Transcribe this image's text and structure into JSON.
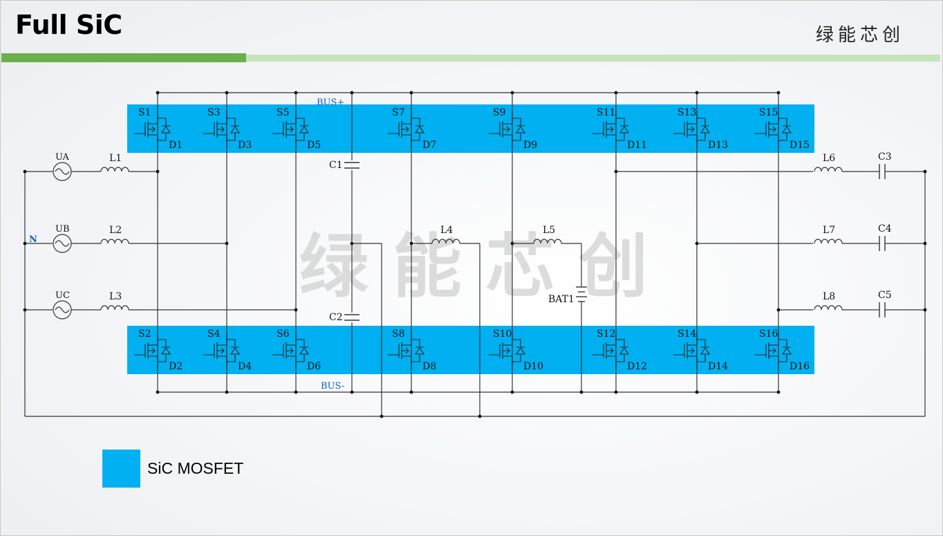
{
  "slide": {
    "title": "Full SiC",
    "brand": "绿能芯创",
    "watermark": "绿 能 芯 创"
  },
  "colors": {
    "accent_green": "#6ab04c",
    "accent_green_light": "#c7e3bb",
    "mosfet_band": "#00b0f0",
    "wire": "#333333"
  },
  "schematic": {
    "bus_plus_label": "BUS+",
    "bus_minus_label": "BUS-",
    "neutral_label": "N",
    "sources": [
      "UA",
      "UB",
      "UC"
    ],
    "inductors": [
      "L1",
      "L2",
      "L3",
      "L4",
      "L5",
      "L6",
      "L7",
      "L8"
    ],
    "capacitors": [
      "C1",
      "C2",
      "C3",
      "C4",
      "C5"
    ],
    "battery": "BAT1",
    "top_switches": [
      {
        "s": "S1",
        "d": "D1"
      },
      {
        "s": "S3",
        "d": "D3"
      },
      {
        "s": "S5",
        "d": "D5"
      },
      {
        "s": "S7",
        "d": "D7"
      },
      {
        "s": "S9",
        "d": "D9"
      },
      {
        "s": "S11",
        "d": "D11"
      },
      {
        "s": "S13",
        "d": "D13"
      },
      {
        "s": "S15",
        "d": "D15"
      }
    ],
    "bottom_switches": [
      {
        "s": "S2",
        "d": "D2"
      },
      {
        "s": "S4",
        "d": "D4"
      },
      {
        "s": "S6",
        "d": "D6"
      },
      {
        "s": "S8",
        "d": "D8"
      },
      {
        "s": "S10",
        "d": "D10"
      },
      {
        "s": "S12",
        "d": "D12"
      },
      {
        "s": "S14",
        "d": "D14"
      },
      {
        "s": "S16",
        "d": "D16"
      }
    ]
  },
  "legend": {
    "label": "SiC MOSFET"
  }
}
